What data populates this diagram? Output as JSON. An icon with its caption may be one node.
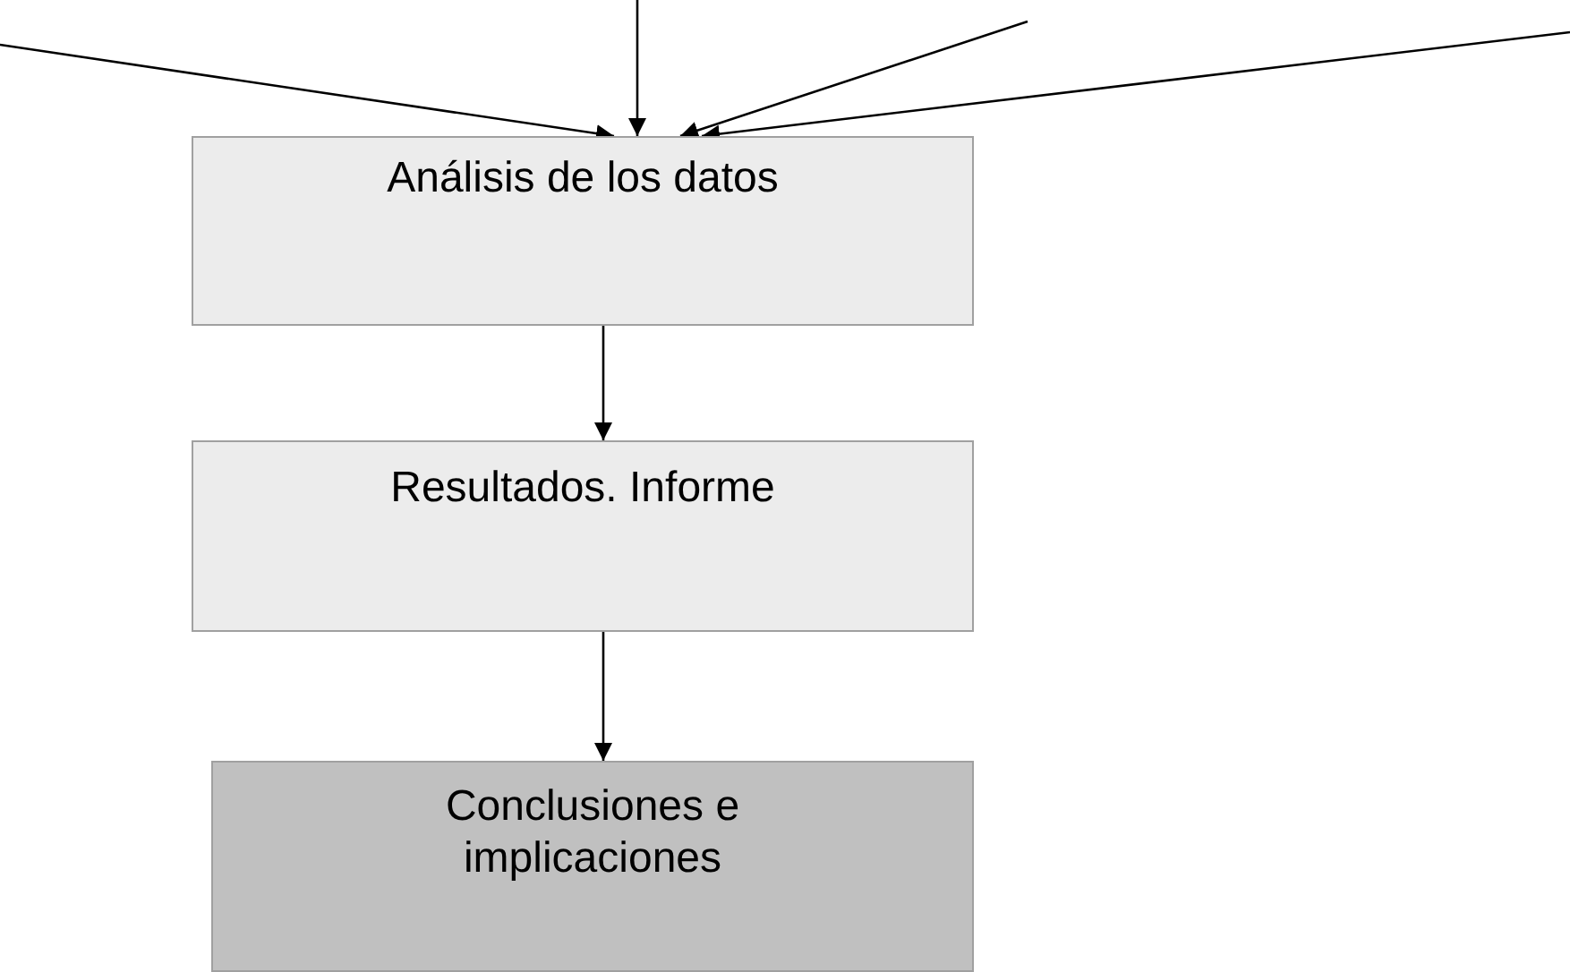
{
  "diagram": {
    "nodes": [
      {
        "text": [
          "Análisis de los datos"
        ]
      },
      {
        "text": [
          "Resultados. Informe"
        ]
      },
      {
        "text": [
          "Conclusiones e implicaciones"
        ]
      }
    ],
    "edges": [
      {
        "from": null,
        "to": 0,
        "arrow": "to"
      },
      {
        "from": null,
        "to": 0,
        "arrow": "to"
      },
      {
        "from": null,
        "to": 0,
        "arrow": "to"
      },
      {
        "from": null,
        "to": 0,
        "arrow": "to"
      },
      {
        "from": 0,
        "to": 1,
        "arrow": "to"
      },
      {
        "from": 1,
        "to": 2,
        "arrow": "to"
      }
    ]
  }
}
